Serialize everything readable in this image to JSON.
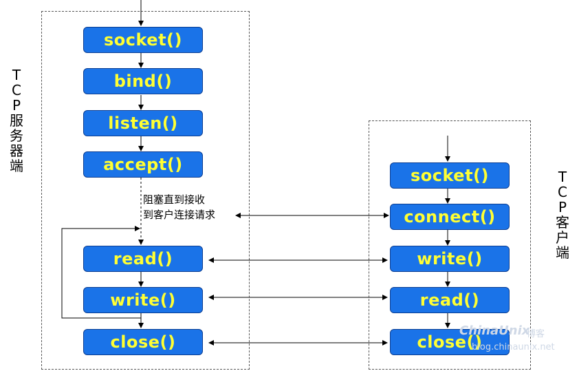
{
  "server": {
    "label": "TCP服务器端",
    "steps": [
      "socket()",
      "bind()",
      "listen()",
      "accept()",
      "read()",
      "write()",
      "close()"
    ]
  },
  "client": {
    "label": "TCP客户端",
    "steps": [
      "socket()",
      "connect()",
      "write()",
      "read()",
      "close()"
    ]
  },
  "note": {
    "line1": "阻塞直到接收",
    "line2": "到客户连接请求"
  },
  "watermark": {
    "brand": "ChinaUnix",
    "blog": "博客",
    "url": "blog.chinaunix.net"
  },
  "colors": {
    "box_fill": "#1a73e8",
    "box_text": "#ffff33",
    "line": "#000000"
  }
}
